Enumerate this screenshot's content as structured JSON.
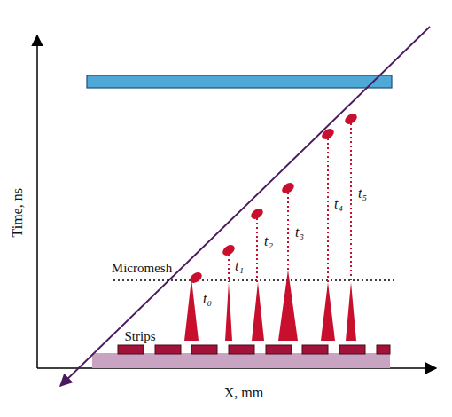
{
  "diagram": {
    "labels": [
      "Time, ns",
      "X, mm",
      "Micromesh",
      "Strips",
      "t₀",
      "t₁",
      "t₂",
      "t₃",
      "t₄",
      "t₅"
    ]
  }
}
